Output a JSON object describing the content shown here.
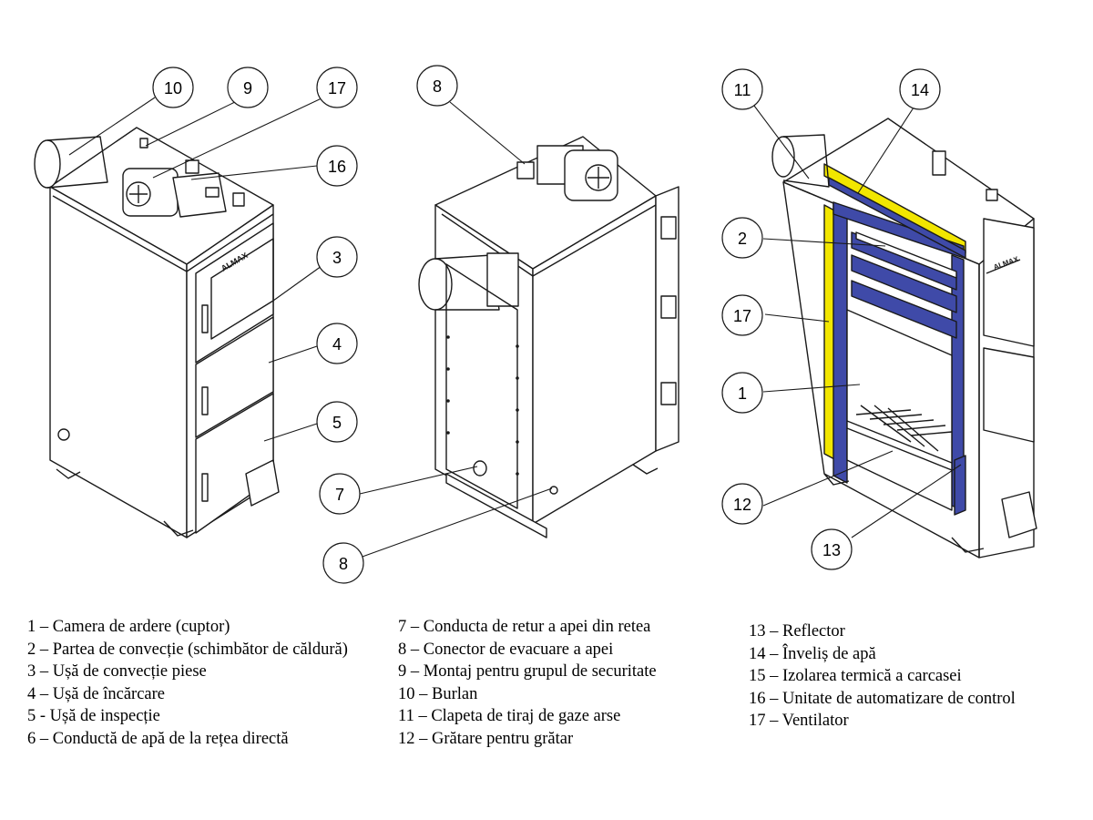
{
  "brand_label": "ALMAX",
  "colors": {
    "outline": "#1a1a1a",
    "water_jacket": "#3f4aa8",
    "insulation": "#f2e600"
  },
  "callouts": {
    "c10": "10",
    "c9": "9",
    "c17a": "17",
    "c16": "16",
    "c3": "3",
    "c4": "4",
    "c5": "5",
    "c8a": "8",
    "c7": "7",
    "c8b": "8",
    "c11": "11",
    "c14": "14",
    "c2": "2",
    "c17b": "17",
    "c1": "1",
    "c12": "12",
    "c13": "13"
  },
  "legend": {
    "col1": [
      "1 – Camera de ardere (cuptor)",
      "2 – Partea de convecție (schimbător de căldură)",
      "3 – Ușă de convecție piese",
      "4 – Ușă de încărcare",
      "5 - Ușă de inspecție",
      "6 – Conductă de apă de la rețea directă"
    ],
    "col2": [
      "7 – Conducta de retur a apei din retea",
      "8 – Conector de evacuare a apei",
      "9 – Montaj pentru grupul de securitate",
      "10 – Burlan",
      "11 – Clapeta de tiraj de gaze arse",
      "12 – Grătare pentru grătar"
    ],
    "col3": [
      "13 – Reflector",
      "14 – Înveliș de apă",
      "15 – Izolarea termică a carcasei",
      "16 – Unitate de automatizare de control",
      "17 – Ventilator"
    ]
  }
}
